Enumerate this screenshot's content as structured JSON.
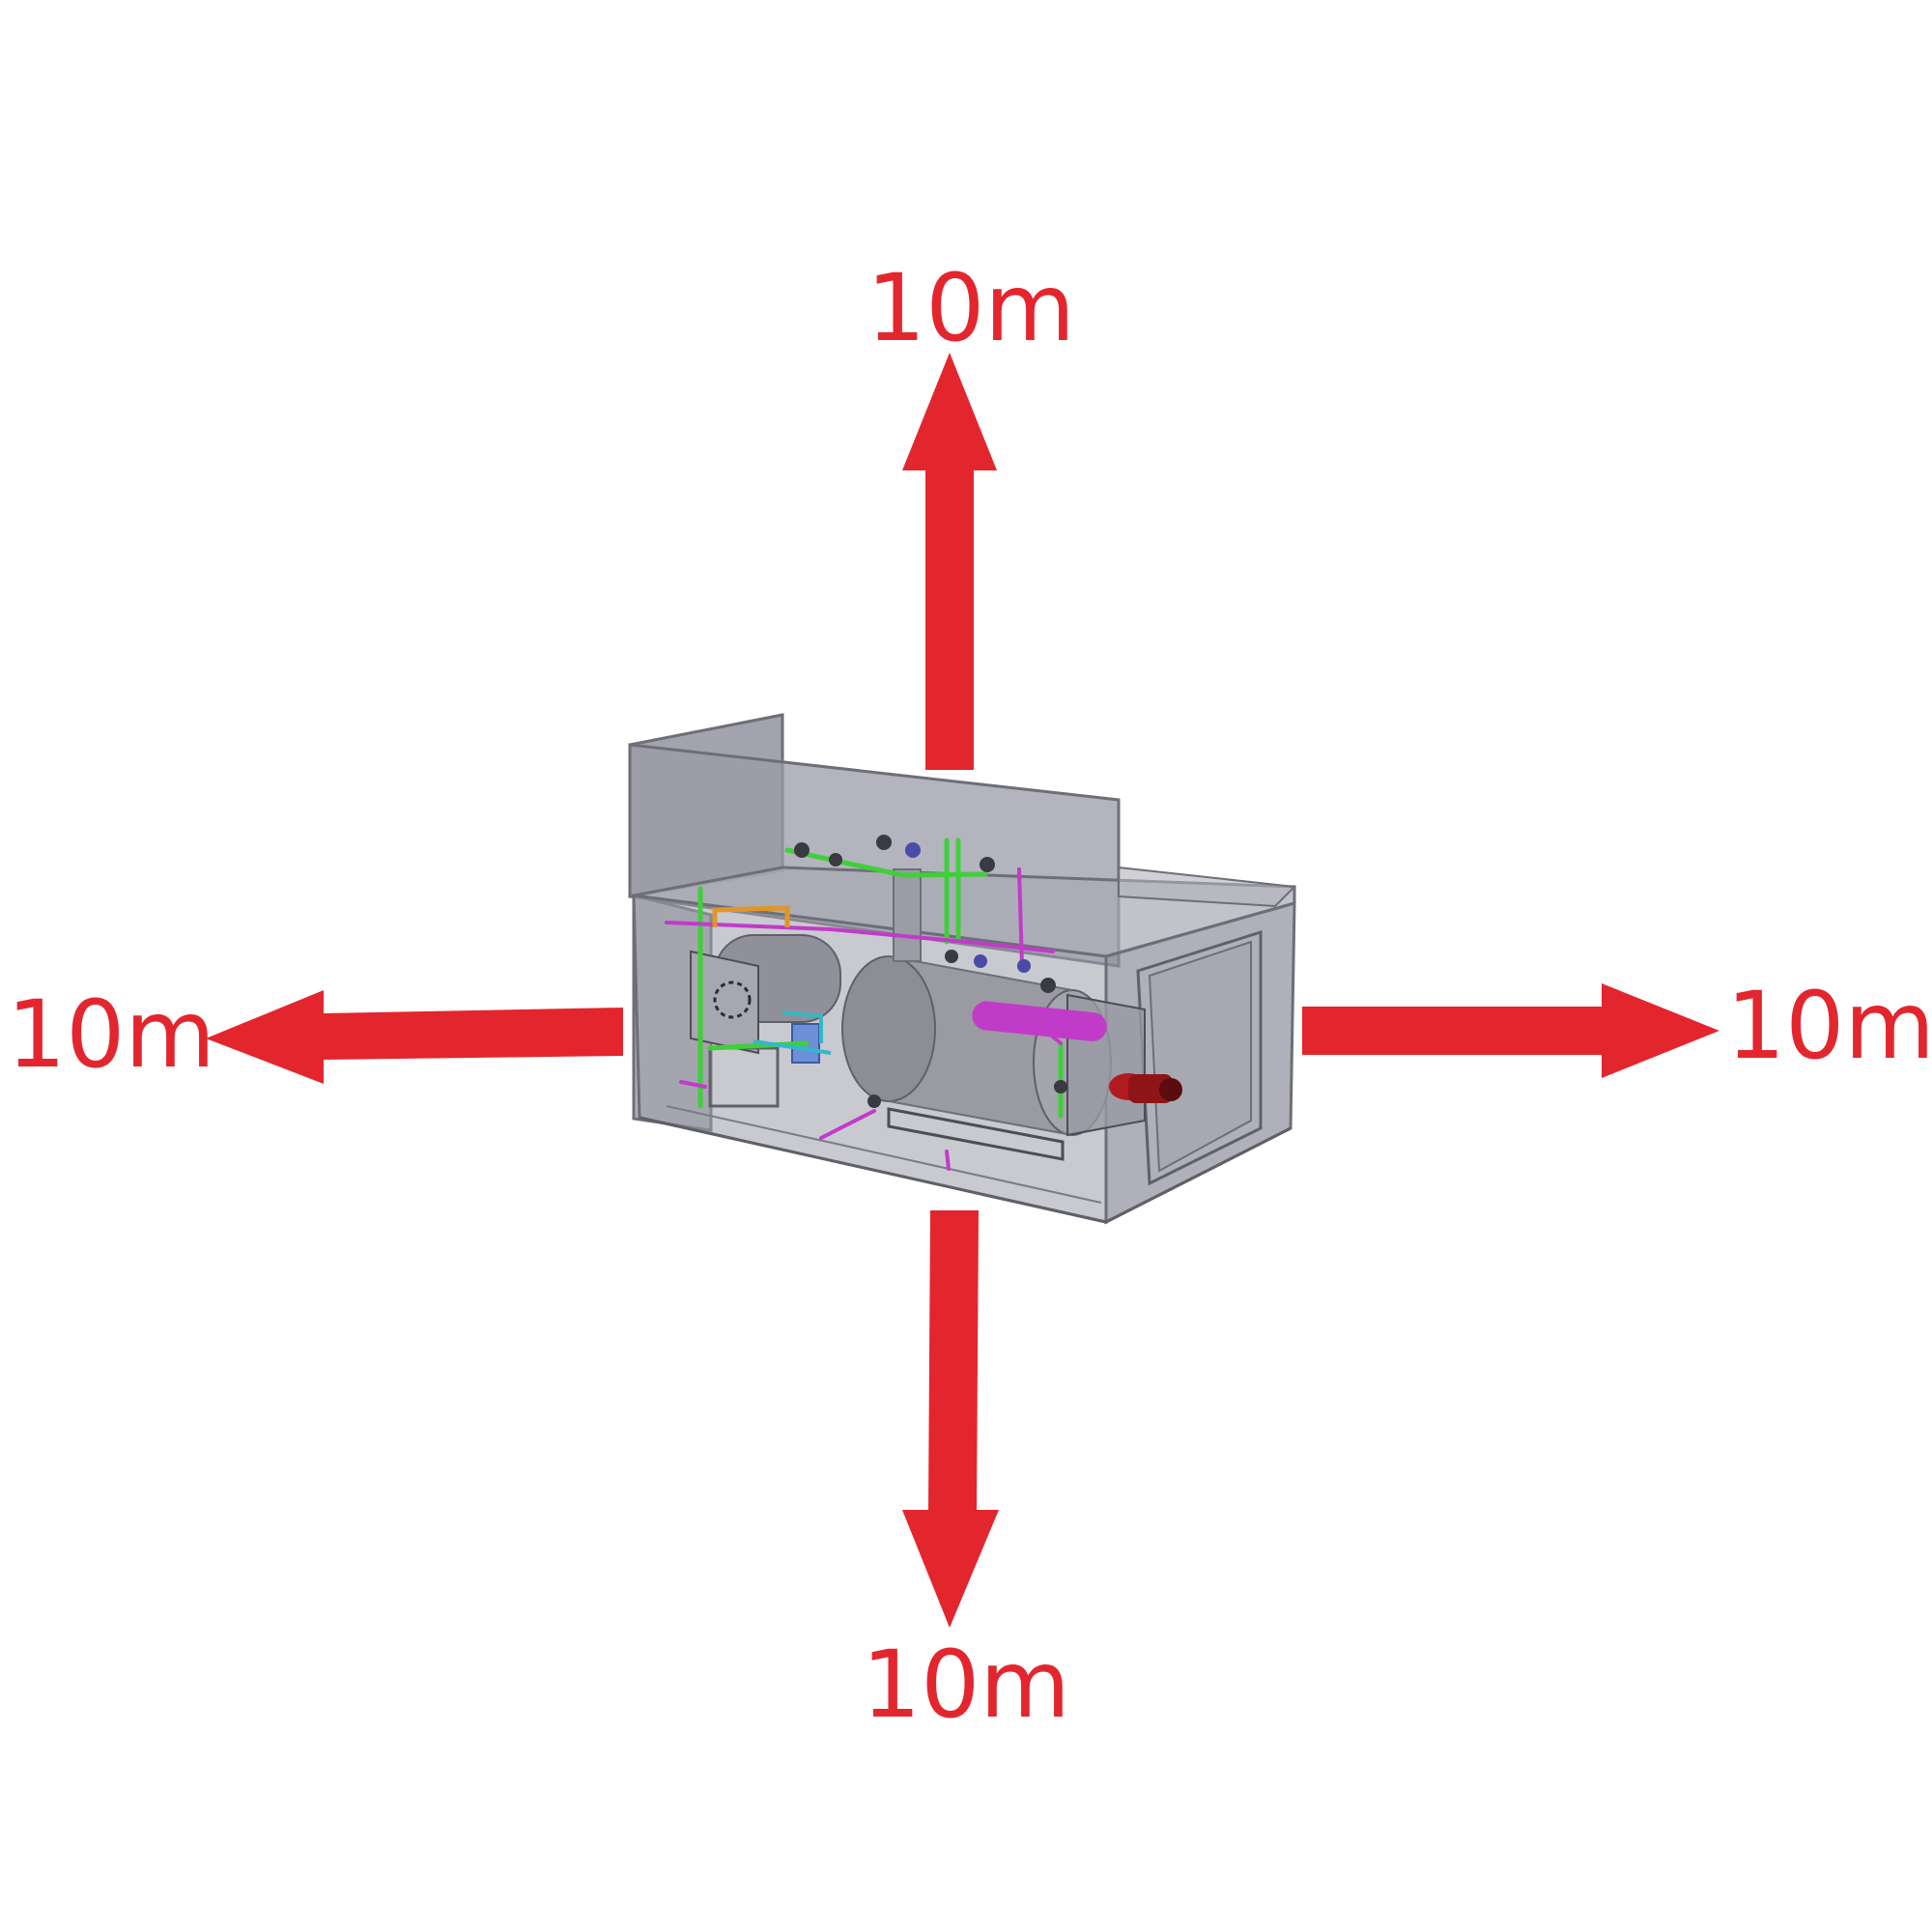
{
  "colors": {
    "arrow": "#e3262d",
    "enclosure_glass": "#8e8f9c",
    "enclosure_edge": "#6d6e78",
    "boiler": "#9a9aa3",
    "pipe_green": "#3fcf3a",
    "pipe_magenta": "#c13bc9",
    "pipe_orange": "#e0962a",
    "pipe_cyan": "#34b8c8",
    "burner_red": "#b11a1f"
  },
  "labels": {
    "top": "10m",
    "bottom": "10m",
    "left": "10m",
    "right": "10m"
  }
}
